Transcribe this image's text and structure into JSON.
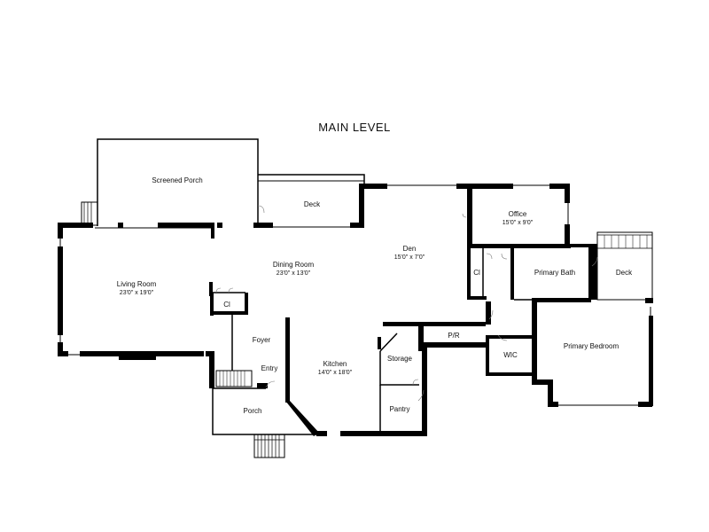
{
  "plan": {
    "title": "MAIN LEVEL",
    "rooms": [
      {
        "name": "Screened Porch",
        "dim": ""
      },
      {
        "name": "Deck",
        "dim": ""
      },
      {
        "name": "Office",
        "dim": "15'0\" x 9'0\""
      },
      {
        "name": "Den",
        "dim": "15'0\" x 7'0\""
      },
      {
        "name": "Living Room",
        "dim": "23'0\" x 19'0\""
      },
      {
        "name": "Dining Room",
        "dim": "23'0\" x 13'0\""
      },
      {
        "name": "Cl",
        "dim": ""
      },
      {
        "name": "Primary Bath",
        "dim": ""
      },
      {
        "name": "Deck",
        "dim": ""
      },
      {
        "name": "Cl",
        "dim": ""
      },
      {
        "name": "Foyer",
        "dim": ""
      },
      {
        "name": "P/R",
        "dim": ""
      },
      {
        "name": "Storage",
        "dim": ""
      },
      {
        "name": "Primary Bedroom",
        "dim": ""
      },
      {
        "name": "WIC",
        "dim": ""
      },
      {
        "name": "Kitchen",
        "dim": "14'0\" x 18'0\""
      },
      {
        "name": "Entry",
        "dim": ""
      },
      {
        "name": "Porch",
        "dim": ""
      },
      {
        "name": "Pantry",
        "dim": ""
      }
    ]
  }
}
